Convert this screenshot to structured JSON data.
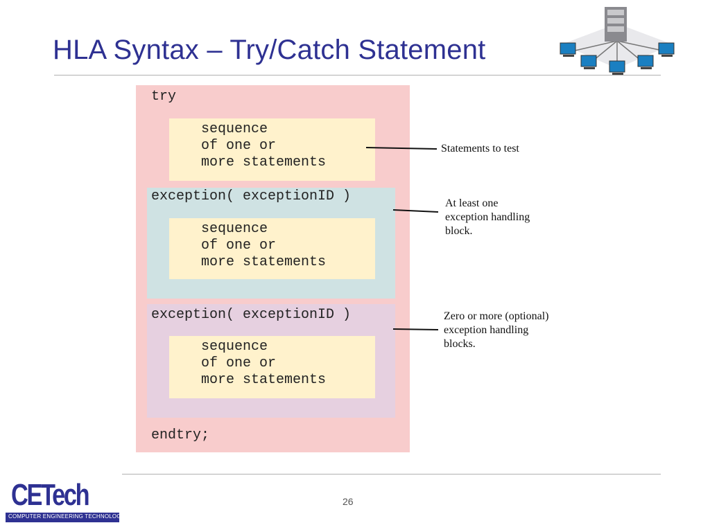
{
  "slide": {
    "title": "HLA Syntax – Try/Catch Statement",
    "page_number": "26"
  },
  "diagram": {
    "try_keyword": "try",
    "sequence_block": "sequence\nof one or\nmore statements",
    "exception_line_1": "exception( exceptionID )",
    "exception_line_2": "exception( exceptionID )",
    "endtry_keyword": "endtry;",
    "colors": {
      "outer": "#f8cccc",
      "first_exception": "#cfe2e3",
      "second_exception": "#e6d0e0",
      "sequence": "#fff2cc",
      "title": "#2e3192"
    }
  },
  "annotations": {
    "statements": "Statements to test",
    "first_exception": "At least one\nexception handling\nblock.",
    "optional_exceptions": "Zero or more (optional)\nexception handling\nblocks."
  },
  "logo": {
    "name": "CETech",
    "subtitle": "COMPUTER ENGINEERING TECHNOLOGY"
  },
  "icons": {
    "header_graphic": "computer-network-icon"
  }
}
